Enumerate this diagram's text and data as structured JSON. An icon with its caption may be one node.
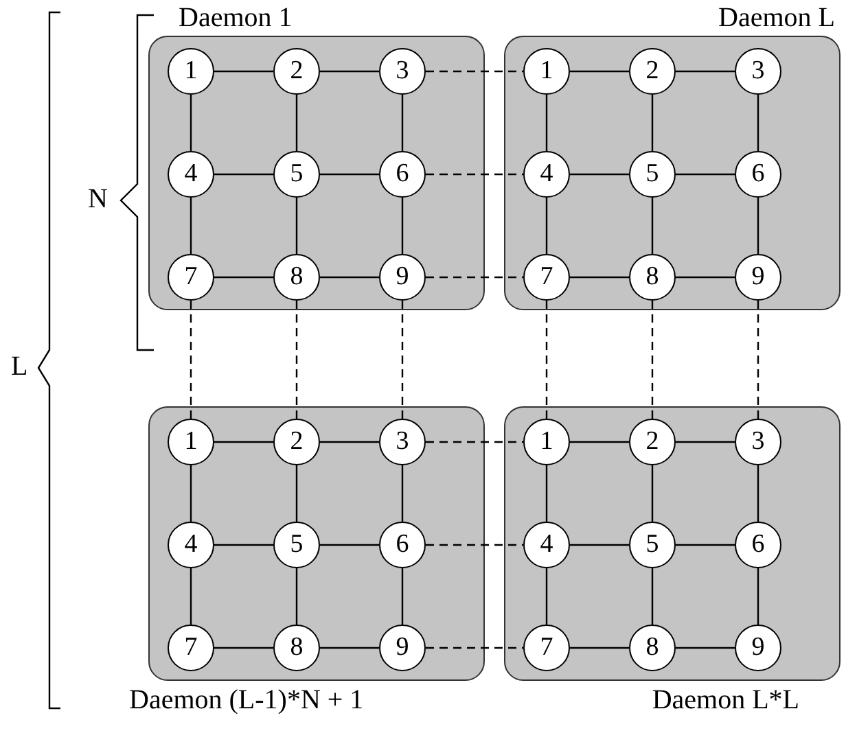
{
  "diagram": {
    "nodes": [
      {
        "text": [
          "Daemon 1"
        ]
      },
      {
        "text": [
          "1"
        ],
        "in": 0
      },
      {
        "text": [
          "2"
        ],
        "in": 0
      },
      {
        "text": [
          "3"
        ],
        "in": 0
      },
      {
        "text": [
          "4"
        ],
        "in": 0
      },
      {
        "text": [
          "5"
        ],
        "in": 0
      },
      {
        "text": [
          "6"
        ],
        "in": 0
      },
      {
        "text": [
          "7"
        ],
        "in": 0
      },
      {
        "text": [
          "8"
        ],
        "in": 0
      },
      {
        "text": [
          "9"
        ],
        "in": 0
      },
      {
        "text": [
          "Daemon L"
        ]
      },
      {
        "text": [
          "1"
        ],
        "in": 10
      },
      {
        "text": [
          "2"
        ],
        "in": 10
      },
      {
        "text": [
          "3"
        ],
        "in": 10
      },
      {
        "text": [
          "4"
        ],
        "in": 10
      },
      {
        "text": [
          "5"
        ],
        "in": 10
      },
      {
        "text": [
          "6"
        ],
        "in": 10
      },
      {
        "text": [
          "7"
        ],
        "in": 10
      },
      {
        "text": [
          "8"
        ],
        "in": 10
      },
      {
        "text": [
          "9"
        ],
        "in": 10
      },
      {
        "text": [
          "Daemon (L-1)*N + 1"
        ]
      },
      {
        "text": [
          "1"
        ],
        "in": 20
      },
      {
        "text": [
          "2"
        ],
        "in": 20
      },
      {
        "text": [
          "3"
        ],
        "in": 20
      },
      {
        "text": [
          "4"
        ],
        "in": 20
      },
      {
        "text": [
          "5"
        ],
        "in": 20
      },
      {
        "text": [
          "6"
        ],
        "in": 20
      },
      {
        "text": [
          "7"
        ],
        "in": 20
      },
      {
        "text": [
          "8"
        ],
        "in": 20
      },
      {
        "text": [
          "9"
        ],
        "in": 20
      },
      {
        "text": [
          "Daemon L*L"
        ]
      },
      {
        "text": [
          "1"
        ],
        "in": 30
      },
      {
        "text": [
          "2"
        ],
        "in": 30
      },
      {
        "text": [
          "3"
        ],
        "in": 30
      },
      {
        "text": [
          "4"
        ],
        "in": 30
      },
      {
        "text": [
          "5"
        ],
        "in": 30
      },
      {
        "text": [
          "6"
        ],
        "in": 30
      },
      {
        "text": [
          "7"
        ],
        "in": 30
      },
      {
        "text": [
          "8"
        ],
        "in": 30
      },
      {
        "text": [
          "9"
        ],
        "in": 30
      }
    ],
    "edges": [
      {
        "from": 1,
        "to": 2,
        "arrow": "none"
      },
      {
        "from": 2,
        "to": 3,
        "arrow": "none"
      },
      {
        "from": 4,
        "to": 5,
        "arrow": "none"
      },
      {
        "from": 5,
        "to": 6,
        "arrow": "none"
      },
      {
        "from": 7,
        "to": 8,
        "arrow": "none"
      },
      {
        "from": 8,
        "to": 9,
        "arrow": "none"
      },
      {
        "from": 1,
        "to": 4,
        "arrow": "none"
      },
      {
        "from": 4,
        "to": 7,
        "arrow": "none"
      },
      {
        "from": 2,
        "to": 5,
        "arrow": "none"
      },
      {
        "from": 5,
        "to": 8,
        "arrow": "none"
      },
      {
        "from": 3,
        "to": 6,
        "arrow": "none"
      },
      {
        "from": 6,
        "to": 9,
        "arrow": "none"
      },
      {
        "from": 11,
        "to": 12,
        "arrow": "none"
      },
      {
        "from": 12,
        "to": 13,
        "arrow": "none"
      },
      {
        "from": 14,
        "to": 15,
        "arrow": "none"
      },
      {
        "from": 15,
        "to": 16,
        "arrow": "none"
      },
      {
        "from": 17,
        "to": 18,
        "arrow": "none"
      },
      {
        "from": 18,
        "to": 19,
        "arrow": "none"
      },
      {
        "from": 11,
        "to": 14,
        "arrow": "none"
      },
      {
        "from": 14,
        "to": 17,
        "arrow": "none"
      },
      {
        "from": 12,
        "to": 15,
        "arrow": "none"
      },
      {
        "from": 15,
        "to": 18,
        "arrow": "none"
      },
      {
        "from": 13,
        "to": 16,
        "arrow": "none"
      },
      {
        "from": 16,
        "to": 19,
        "arrow": "none"
      },
      {
        "from": 21,
        "to": 22,
        "arrow": "none"
      },
      {
        "from": 22,
        "to": 23,
        "arrow": "none"
      },
      {
        "from": 24,
        "to": 25,
        "arrow": "none"
      },
      {
        "from": 25,
        "to": 26,
        "arrow": "none"
      },
      {
        "from": 27,
        "to": 28,
        "arrow": "none"
      },
      {
        "from": 28,
        "to": 29,
        "arrow": "none"
      },
      {
        "from": 21,
        "to": 24,
        "arrow": "none"
      },
      {
        "from": 24,
        "to": 27,
        "arrow": "none"
      },
      {
        "from": 22,
        "to": 25,
        "arrow": "none"
      },
      {
        "from": 25,
        "to": 28,
        "arrow": "none"
      },
      {
        "from": 23,
        "to": 26,
        "arrow": "none"
      },
      {
        "from": 26,
        "to": 29,
        "arrow": "none"
      },
      {
        "from": 31,
        "to": 32,
        "arrow": "none"
      },
      {
        "from": 32,
        "to": 33,
        "arrow": "none"
      },
      {
        "from": 34,
        "to": 35,
        "arrow": "none"
      },
      {
        "from": 35,
        "to": 36,
        "arrow": "none"
      },
      {
        "from": 37,
        "to": 38,
        "arrow": "none"
      },
      {
        "from": 38,
        "to": 39,
        "arrow": "none"
      },
      {
        "from": 31,
        "to": 34,
        "arrow": "none"
      },
      {
        "from": 34,
        "to": 37,
        "arrow": "none"
      },
      {
        "from": 32,
        "to": 35,
        "arrow": "none"
      },
      {
        "from": 35,
        "to": 38,
        "arrow": "none"
      },
      {
        "from": 33,
        "to": 36,
        "arrow": "none"
      },
      {
        "from": 36,
        "to": 39,
        "arrow": "none"
      },
      {
        "from": 3,
        "to": 11,
        "arrow": "none",
        "style": "dashed"
      },
      {
        "from": 6,
        "to": 14,
        "arrow": "none",
        "style": "dashed"
      },
      {
        "from": 9,
        "to": 17,
        "arrow": "none",
        "style": "dashed"
      },
      {
        "from": 7,
        "to": 21,
        "arrow": "none",
        "style": "dashed"
      },
      {
        "from": 8,
        "to": 22,
        "arrow": "none",
        "style": "dashed"
      },
      {
        "from": 9,
        "to": 23,
        "arrow": "none",
        "style": "dashed"
      },
      {
        "from": 17,
        "to": 31,
        "arrow": "none",
        "style": "dashed"
      },
      {
        "from": 18,
        "to": 32,
        "arrow": "none",
        "style": "dashed"
      },
      {
        "from": 19,
        "to": 33,
        "arrow": "none",
        "style": "dashed"
      },
      {
        "from": 23,
        "to": 31,
        "arrow": "none",
        "style": "dashed"
      },
      {
        "from": 26,
        "to": 34,
        "arrow": "none",
        "style": "dashed"
      },
      {
        "from": 29,
        "to": 37,
        "arrow": "none",
        "style": "dashed"
      }
    ],
    "labels": [
      "N",
      "L"
    ]
  }
}
